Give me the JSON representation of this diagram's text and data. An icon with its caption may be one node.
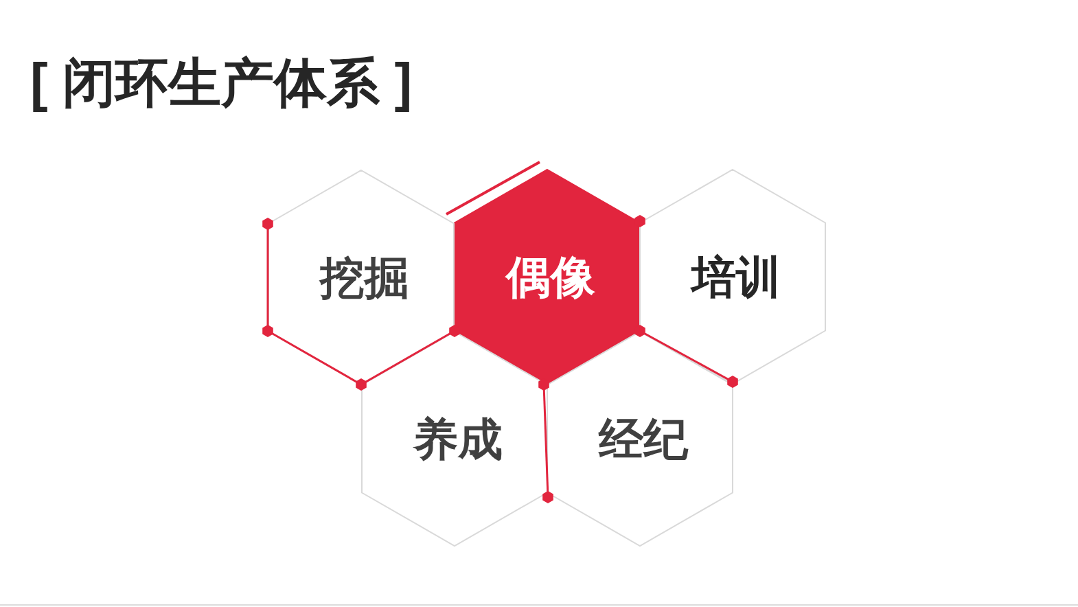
{
  "diagram": {
    "title": "[ 闭环生产体系 ]",
    "nodes": [
      {
        "text": [
          "挖掘"
        ]
      },
      {
        "text": [
          "偶像"
        ]
      },
      {
        "text": [
          "培训"
        ]
      },
      {
        "text": [
          "养成"
        ]
      },
      {
        "text": [
          "经纪"
        ]
      }
    ]
  }
}
